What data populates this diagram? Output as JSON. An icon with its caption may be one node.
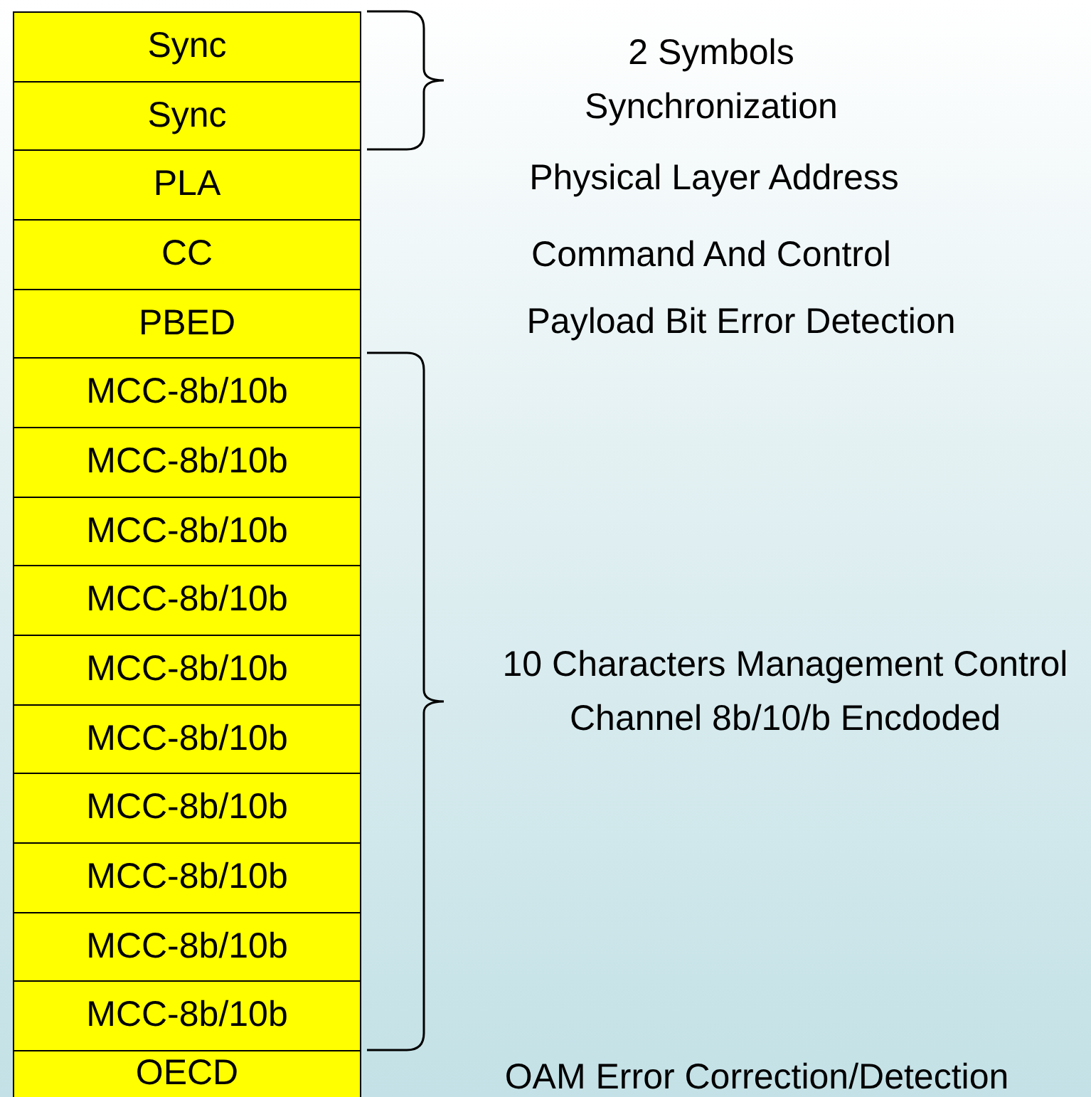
{
  "diagram": {
    "nodes": [
      {
        "text": [
          "Sync"
        ]
      },
      {
        "text": [
          "Sync"
        ]
      },
      {
        "text": [
          "PLA"
        ]
      },
      {
        "text": [
          "CC"
        ]
      },
      {
        "text": [
          "PBED"
        ]
      },
      {
        "text": [
          "MCC-8b/10b"
        ]
      },
      {
        "text": [
          "MCC-8b/10b"
        ]
      },
      {
        "text": [
          "MCC-8b/10b"
        ]
      },
      {
        "text": [
          "MCC-8b/10b"
        ]
      },
      {
        "text": [
          "MCC-8b/10b"
        ]
      },
      {
        "text": [
          "MCC-8b/10b"
        ]
      },
      {
        "text": [
          "MCC-8b/10b"
        ]
      },
      {
        "text": [
          "MCC-8b/10b"
        ]
      },
      {
        "text": [
          "MCC-8b/10b"
        ]
      },
      {
        "text": [
          "MCC-8b/10b"
        ]
      },
      {
        "text": [
          "OECD"
        ]
      }
    ],
    "labels": [
      "2 Symbols Synchronization",
      "Physical Layer Address",
      "Command And Control",
      "Payload Bit Error Detection",
      "10 Characters Management Control Channel 8b/10/b Encdoded",
      "OAM Error Correction/Detection"
    ]
  }
}
